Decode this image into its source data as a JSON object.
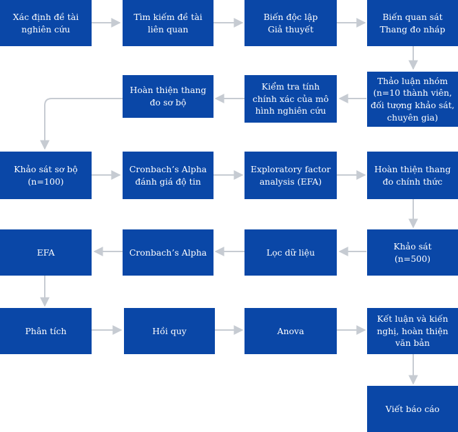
{
  "boxes": {
    "b1": "Xác định đề tài\nnghiên cứu",
    "b2": "Tìm kiếm đề tài\nliên quan",
    "b3": "Biến độc lập\nGiả thuyết",
    "b4": "Biến quan sát\nThang đo nháp",
    "b5": "Thảo luận nhóm\n(n=10 thành viên,\nđối tượng khảo sát,\nchuyên gia)",
    "b6": "Kiểm tra tính\nchính xác của mô\nhình nghiên cứu",
    "b7": "Hoàn thiện thang\nđo sơ bộ",
    "b8": "Khảo sát sơ bộ\n(n=100)",
    "b9": "Cronbach’s Alpha\nđánh giá độ tin",
    "b10": "Exploratory factor\nanalysis (EFA)",
    "b11": "Hoàn thiện thang\nđo chính thức",
    "b12": "Khảo sát\n(n=500)",
    "b13": "Lọc dữ liệu",
    "b14": "Cronbach’s Alpha",
    "b15": "EFA",
    "b16": "Phân tích",
    "b17": "Hồi quy",
    "b18": "Anova",
    "b19": "Kết luận và kiến\nnghị, hoàn thiện\nvăn bản",
    "b20": "Viết báo cáo"
  },
  "colors": {
    "box": "#0a47a7",
    "text": "#ffffff",
    "arrow": "#c6cbd2"
  }
}
